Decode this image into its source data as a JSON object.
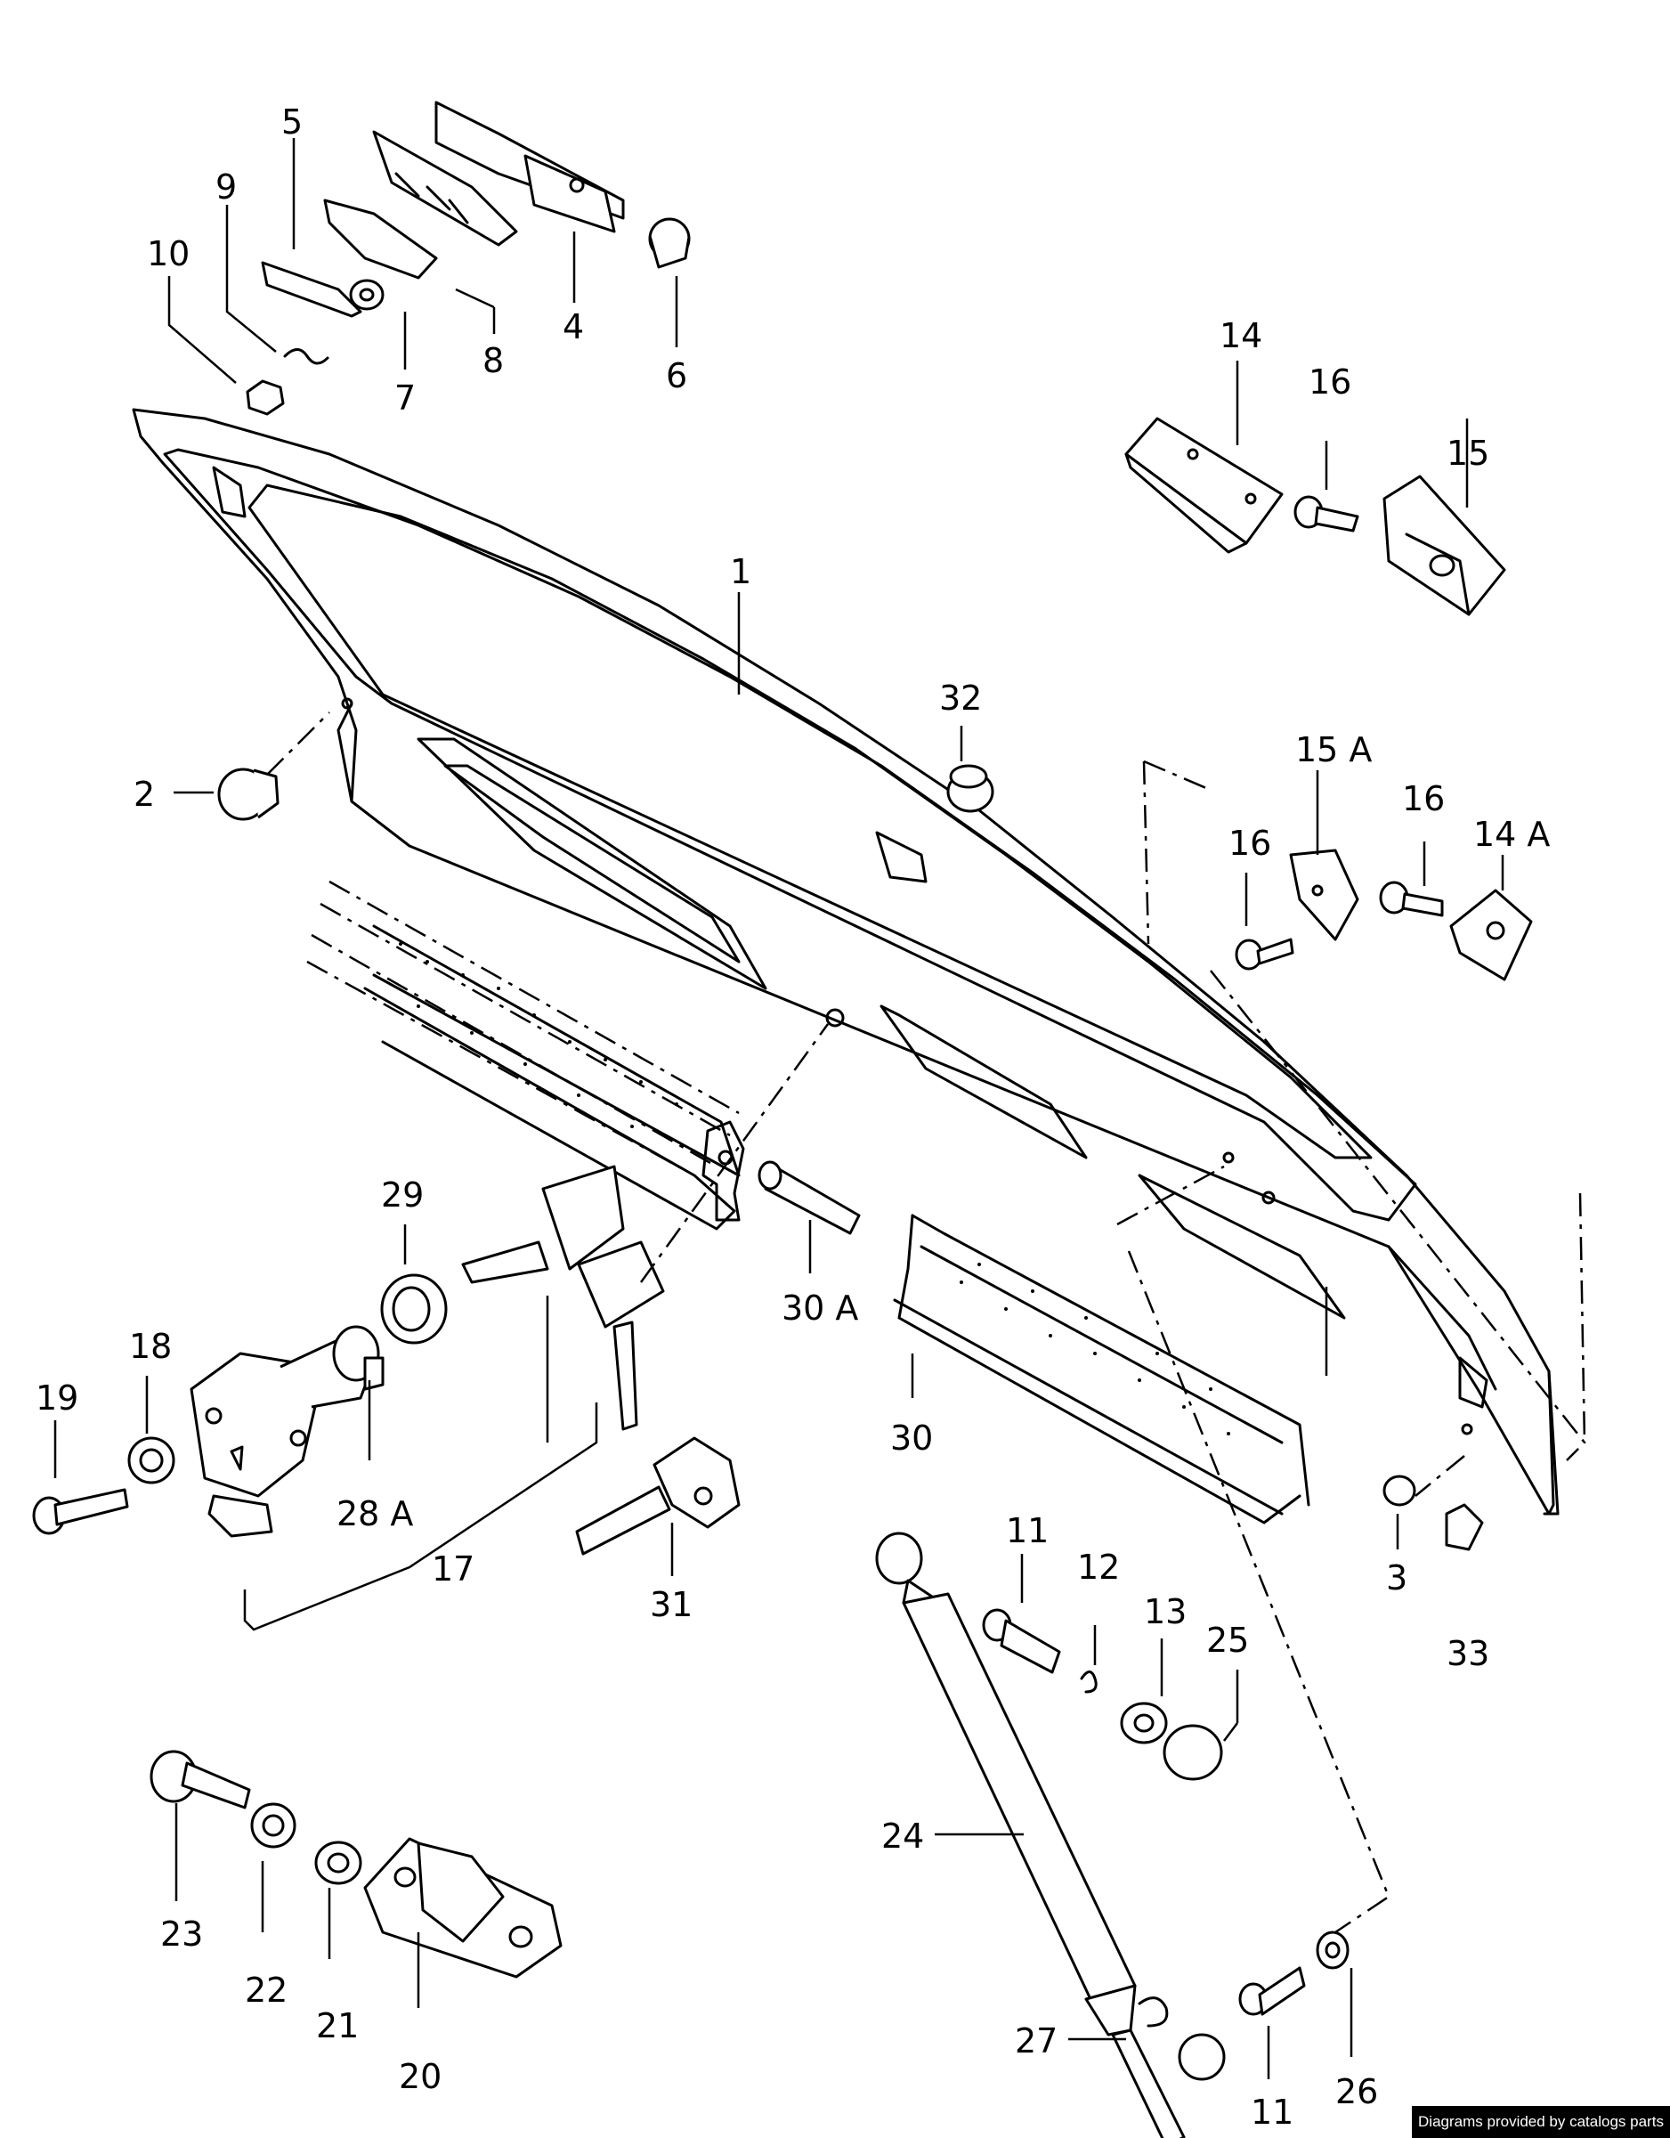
{
  "callouts": {
    "c1": "1",
    "c2": "2",
    "c3": "3",
    "c4": "4",
    "c5": "5",
    "c6": "6",
    "c7": "7",
    "c8": "8",
    "c9": "9",
    "c10": "10",
    "c11a": "11",
    "c11b": "11",
    "c12": "12",
    "c13": "13",
    "c14": "14",
    "c14a": "14 A",
    "c15": "15",
    "c15a": "15 A",
    "c16a": "16",
    "c16b": "16",
    "c16c": "16",
    "c17": "17",
    "c18": "18",
    "c19": "19",
    "c20": "20",
    "c21": "21",
    "c22": "22",
    "c23": "23",
    "c24": "24",
    "c25": "25",
    "c26": "26",
    "c27": "27",
    "c28a": "28 A",
    "c29": "29",
    "c30": "30",
    "c30a": "30 A",
    "c31": "31",
    "c32": "32",
    "c33": "33"
  },
  "credit": "Diagrams provided by catalogs parts"
}
